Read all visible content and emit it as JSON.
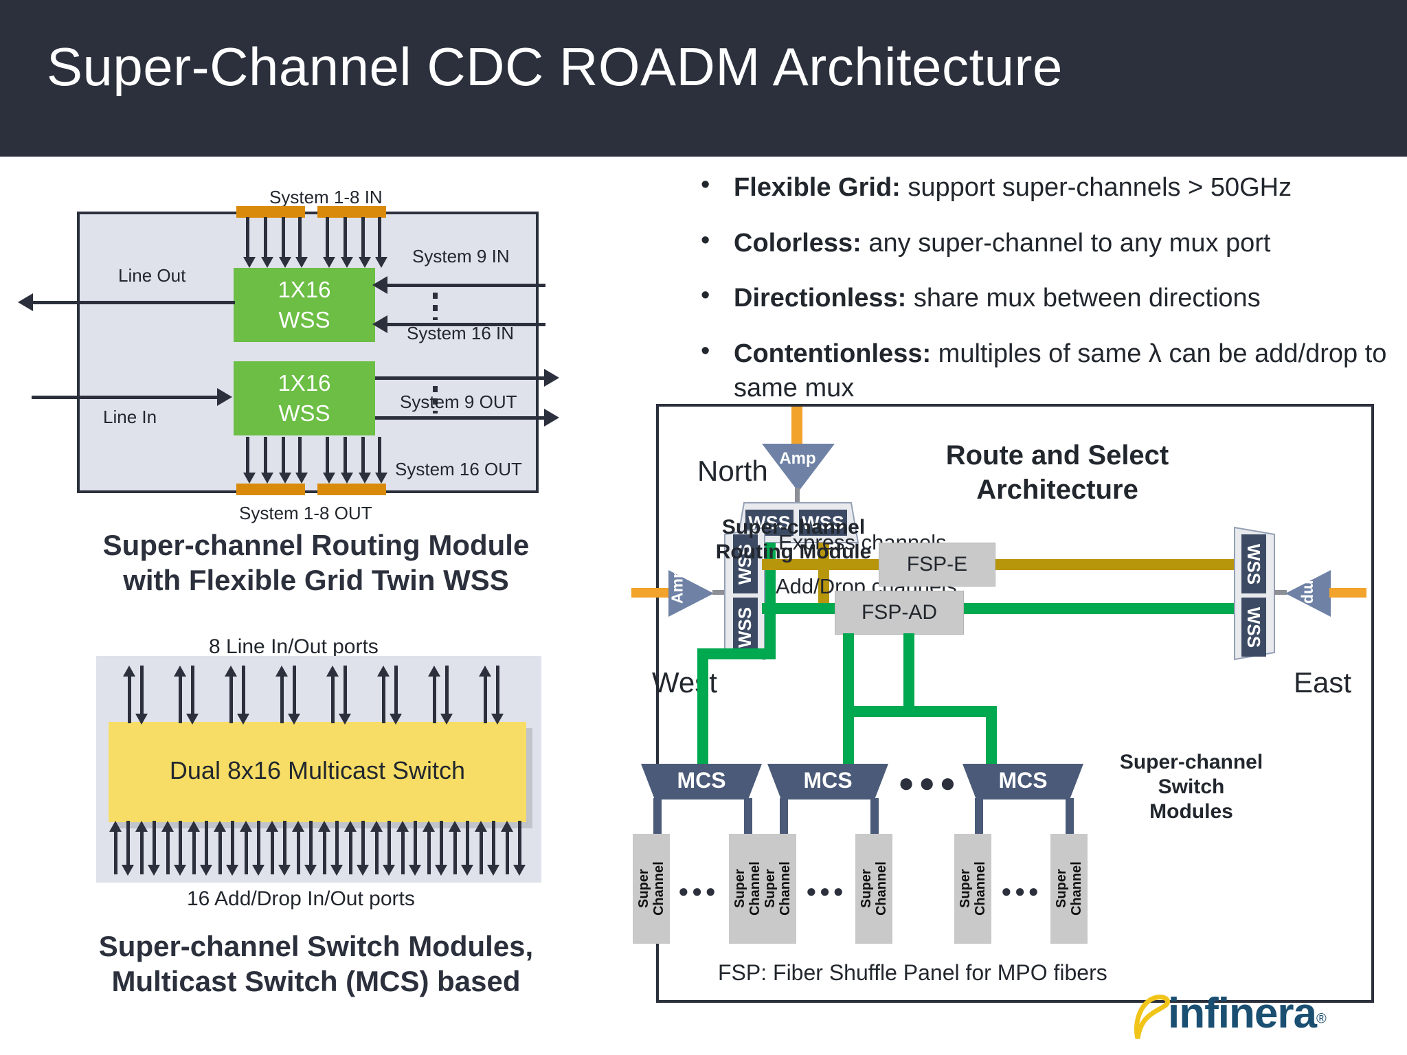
{
  "slide": {
    "title": "Super-Channel CDC ROADM Architecture",
    "title_bg": "#2b303c"
  },
  "bullets": [
    {
      "term": "Flexible Grid:",
      "text": " support super-channels > 50GHz"
    },
    {
      "term": "Colorless:",
      "text": "  any super-channel to any mux port"
    },
    {
      "term": "Directionless:",
      "text": "  share mux between directions"
    },
    {
      "term": "Contentionless:",
      "text": " multiples of same λ can be add/drop to same mux"
    }
  ],
  "routing_module": {
    "labels": {
      "top_ports": "System 1-8 IN",
      "bottom_ports": "System 1-8 OUT",
      "line_out": "Line Out",
      "line_in": "Line In",
      "system9_in": "System 9 IN",
      "system16_in": "System 16 IN",
      "system9_out": "System 9 OUT",
      "system16_out": "System 16 OUT",
      "wss_top_line1": "1X16",
      "wss_top_line2": "WSS",
      "wss_bottom_line1": "1X16",
      "wss_bottom_line2": "WSS"
    },
    "caption_line1": "Super-channel Routing Module",
    "caption_line2": "with Flexible Grid Twin WSS",
    "colors": {
      "wss": "#6cbe45",
      "panel": "#dfe2eb",
      "port": "#d98a0b"
    }
  },
  "mcs_module": {
    "top_label": "8 Line In/Out ports",
    "bottom_label": "16 Add/Drop In/Out ports",
    "body_label": "Dual 8x16 Multicast Switch",
    "caption_line1": "Super-channel Switch Modules,",
    "caption_line2": "Multicast Switch (MCS) based",
    "colors": {
      "body": "#f7dd65",
      "panel": "#dfe2eb"
    }
  },
  "route_select": {
    "heading_line1": "Route and Select",
    "heading_line2": "Architecture",
    "directions": {
      "north": "North",
      "west": "West",
      "east": "East"
    },
    "amp_label": "Amp",
    "wss_label": "WSS",
    "srm_label_line1": "Super-channel",
    "srm_label_line2": "Routing Module",
    "express_label": "Express channels",
    "adddrop_label": "Add/Drop channels",
    "fsp_e": "FSP-E",
    "fsp_ad": "FSP-AD",
    "mcs_label": "MCS",
    "ssm_label_line1": "Super-channel",
    "ssm_label_line2": "Switch",
    "ssm_label_line3": "Modules",
    "super_channel_line1": "Super",
    "super_channel_line2": "Channel",
    "ellipsis": "●●●",
    "footnote": "FSP: Fiber Shuffle Panel for MPO fibers",
    "colors": {
      "express": "#b8960c",
      "adddrop": "#00a84f",
      "amp": "#6f82a6",
      "wss_block": "#3c4a63",
      "mcs": "#4a5a78",
      "fsp": "#c9c9c9",
      "fiber_orange": "#f2a32b"
    }
  },
  "logo": {
    "name": "infinera",
    "registered": "®"
  }
}
